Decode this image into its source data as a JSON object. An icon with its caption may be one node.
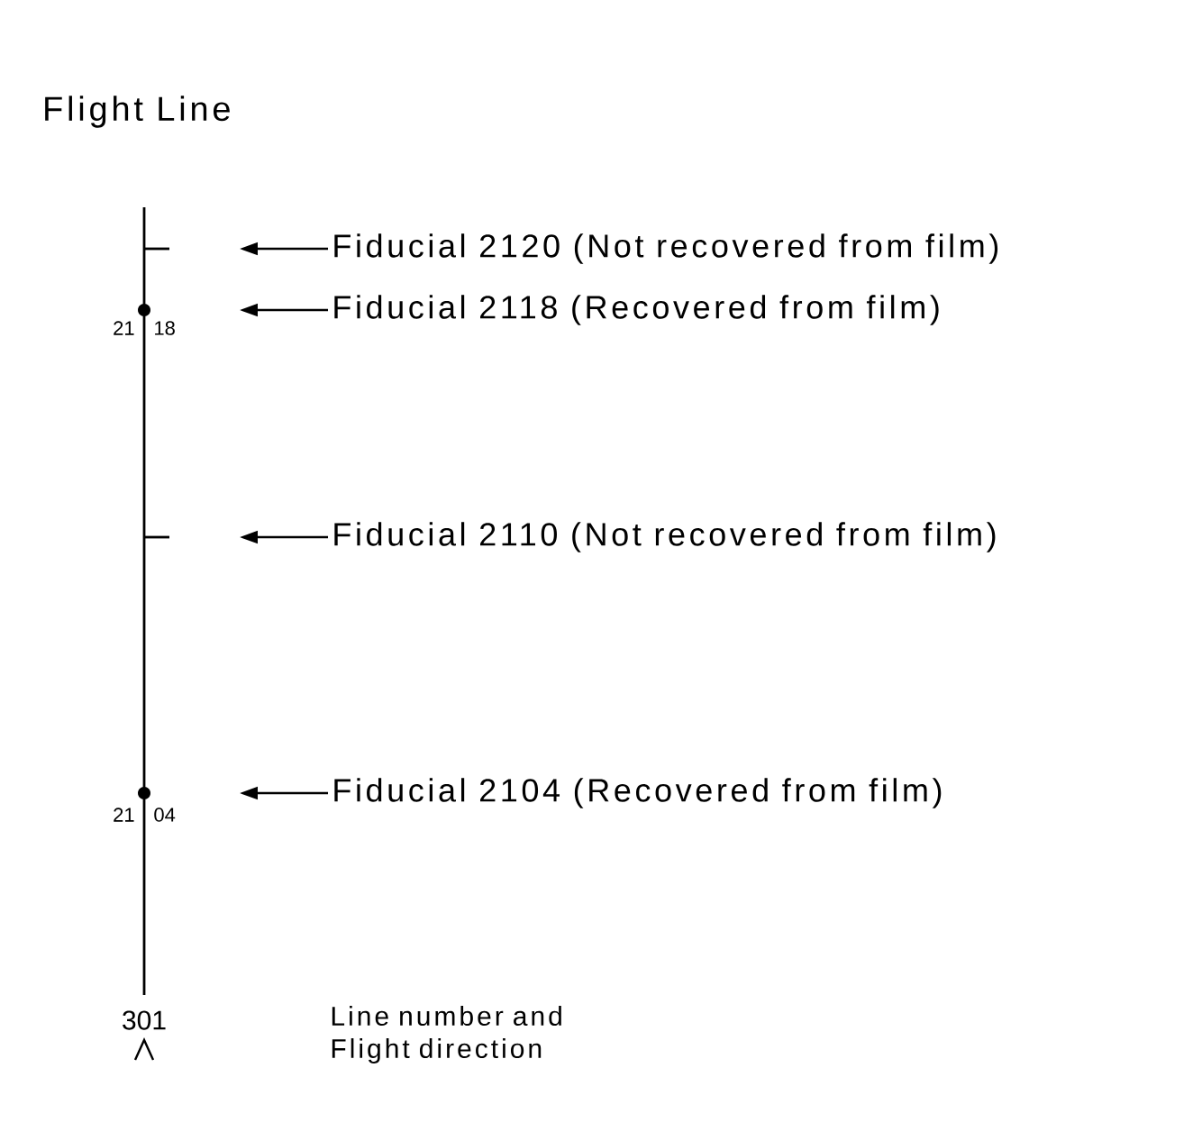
{
  "diagram": {
    "title": "Flight Line",
    "nodes": [
      {
        "text": [
          "Fiducial 2120 (Not recovered from film)"
        ]
      },
      {
        "text": [
          "Fiducial 2118 (Recovered from film)"
        ]
      },
      {
        "text": [
          "Fiducial 2110 (Not recovered from film)"
        ]
      },
      {
        "text": [
          "Fiducial 2104 (Recovered from film)"
        ]
      }
    ],
    "edges": [
      {
        "from": 0,
        "to": null,
        "arrow": "to"
      },
      {
        "from": 1,
        "to": null,
        "arrow": "to"
      },
      {
        "from": 2,
        "to": null,
        "arrow": "to"
      },
      {
        "from": 3,
        "to": null,
        "arrow": "to"
      }
    ],
    "labels": [
      "21",
      "18",
      "21",
      "04",
      "301",
      "Line number and Flight direction"
    ]
  }
}
